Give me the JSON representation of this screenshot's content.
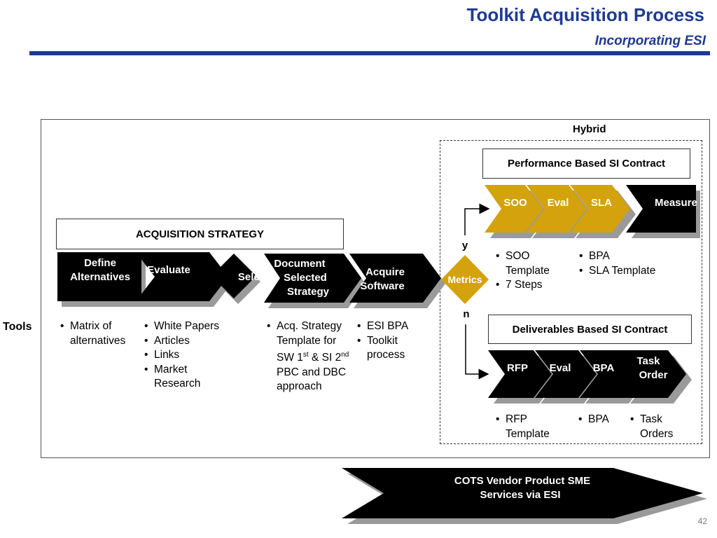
{
  "header": {
    "title": "Toolkit Acquisition Process",
    "subtitle": "Incorporating ESI"
  },
  "hybrid_label": "Hybrid",
  "acquisition_strategy_label": "ACQUISITION STRATEGY",
  "tools_label": "Tools",
  "main_steps": {
    "define": [
      "Define",
      "Alternatives"
    ],
    "evaluate": "Evaluate",
    "select": "Select",
    "document": [
      "Document",
      "Selected",
      "Strategy"
    ],
    "acquire": [
      "Acquire",
      "Software"
    ]
  },
  "metrics": {
    "label": "Metrics",
    "yes": "y",
    "no": "n"
  },
  "performance": {
    "title": "Performance Based SI Contract",
    "steps": [
      "SOO",
      "Eval",
      "SLA",
      "Measure"
    ],
    "tools_a": [
      "SOO Template",
      "7 Steps"
    ],
    "tools_b": [
      "BPA",
      "SLA Template"
    ]
  },
  "deliverables": {
    "title": "Deliverables Based SI Contract",
    "steps": [
      "RFP",
      "Eval",
      "BPA",
      "Task Order"
    ],
    "tools_a": [
      "RFP Template"
    ],
    "tools_b": [
      "BPA"
    ],
    "tools_c": [
      "Task Orders"
    ]
  },
  "tools": {
    "define": [
      "Matrix of alternatives"
    ],
    "evaluate": [
      "White Papers",
      "Articles",
      "Links",
      "Market Research"
    ],
    "document": [
      "Acq. Strategy Template for SW 1st & SI 2nd PBC and DBC approach"
    ],
    "acquire": [
      "ESI BPA",
      "Toolkit process"
    ]
  },
  "cots_banner": [
    "COTS Vendor Product SME",
    "Services via ESI"
  ],
  "page_number": "42",
  "colors": {
    "title_blue": "#1f3a93",
    "gold": "#d4a20c",
    "black": "#000000",
    "shadow": "#9a9a9a"
  }
}
